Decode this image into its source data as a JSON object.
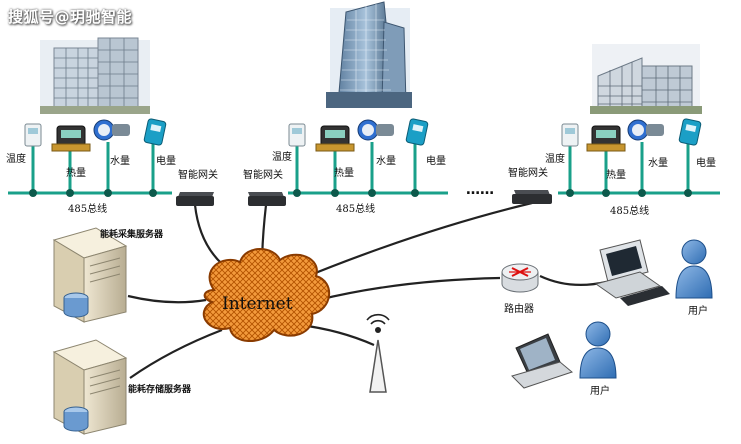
{
  "watermark": "搜狐号@玥驰智能",
  "buildings": [
    {
      "sensors": {
        "temperature": "温度",
        "heat": "热量",
        "water": "水量",
        "power": "电量"
      },
      "gateway": "智能网关"
    },
    {
      "sensors": {
        "temperature": "温度",
        "heat": "热量",
        "water": "水量",
        "power": "电量"
      },
      "gateway": "智能网关"
    },
    {
      "sensors": {
        "temperature": "温度",
        "heat": "热量",
        "water": "水量",
        "power": "电量"
      },
      "gateway": "智能网关"
    }
  ],
  "bus_label": "485总线",
  "ellipsis": "……",
  "internet": "Internet",
  "servers": {
    "collection": "能耗采集服务器",
    "storage": "能耗存储服务器"
  },
  "router": "路由器",
  "users": [
    "用户",
    "用户"
  ],
  "colors": {
    "bus_line": "#1aa08a",
    "bus_node": "#0d5a4c",
    "cloud_fill": "#f08a2a",
    "cloud_stroke": "#8a3b00",
    "network_line": "#222222"
  }
}
